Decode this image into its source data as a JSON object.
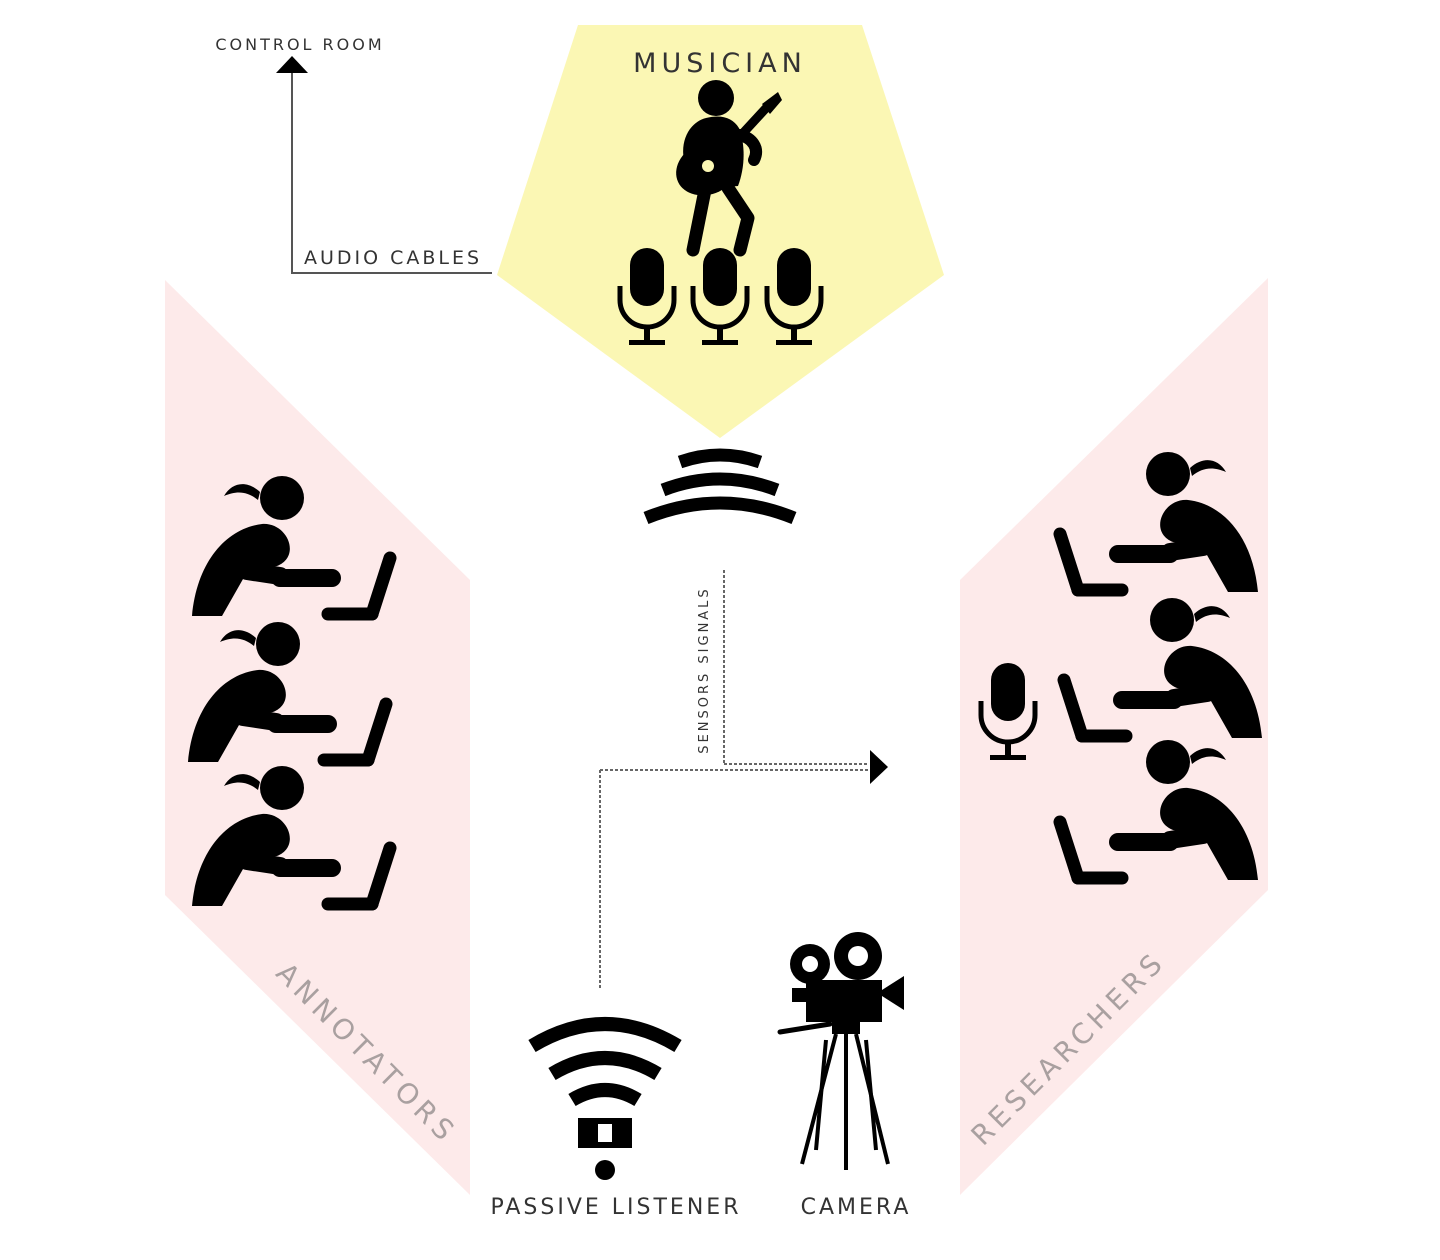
{
  "labels": {
    "control_room": "CONTROL ROOM",
    "audio_cables": "AUDIO CABLES",
    "musician": "MUSICIAN",
    "sensors_signals": "SENSORS SIGNALS",
    "annotators": "ANNOTATORS",
    "researchers": "RESEARCHERS",
    "passive_listener": "PASSIVE LISTENER",
    "camera": "CAMERA"
  },
  "colors": {
    "musician_zone": "#fbf7b4",
    "people_zone": "#fdeaea",
    "icon": "#000000",
    "line": "#555555"
  },
  "icons": {
    "musician": "guitarist-icon",
    "stage_mics": "microphone-icon",
    "sensor": "signal-waves-icon",
    "annotators": "person-at-laptop-icon",
    "researchers": "person-at-laptop-icon",
    "researcher_mic": "microphone-icon",
    "listener": "wireless-listener-icon",
    "camera": "film-camera-icon"
  }
}
